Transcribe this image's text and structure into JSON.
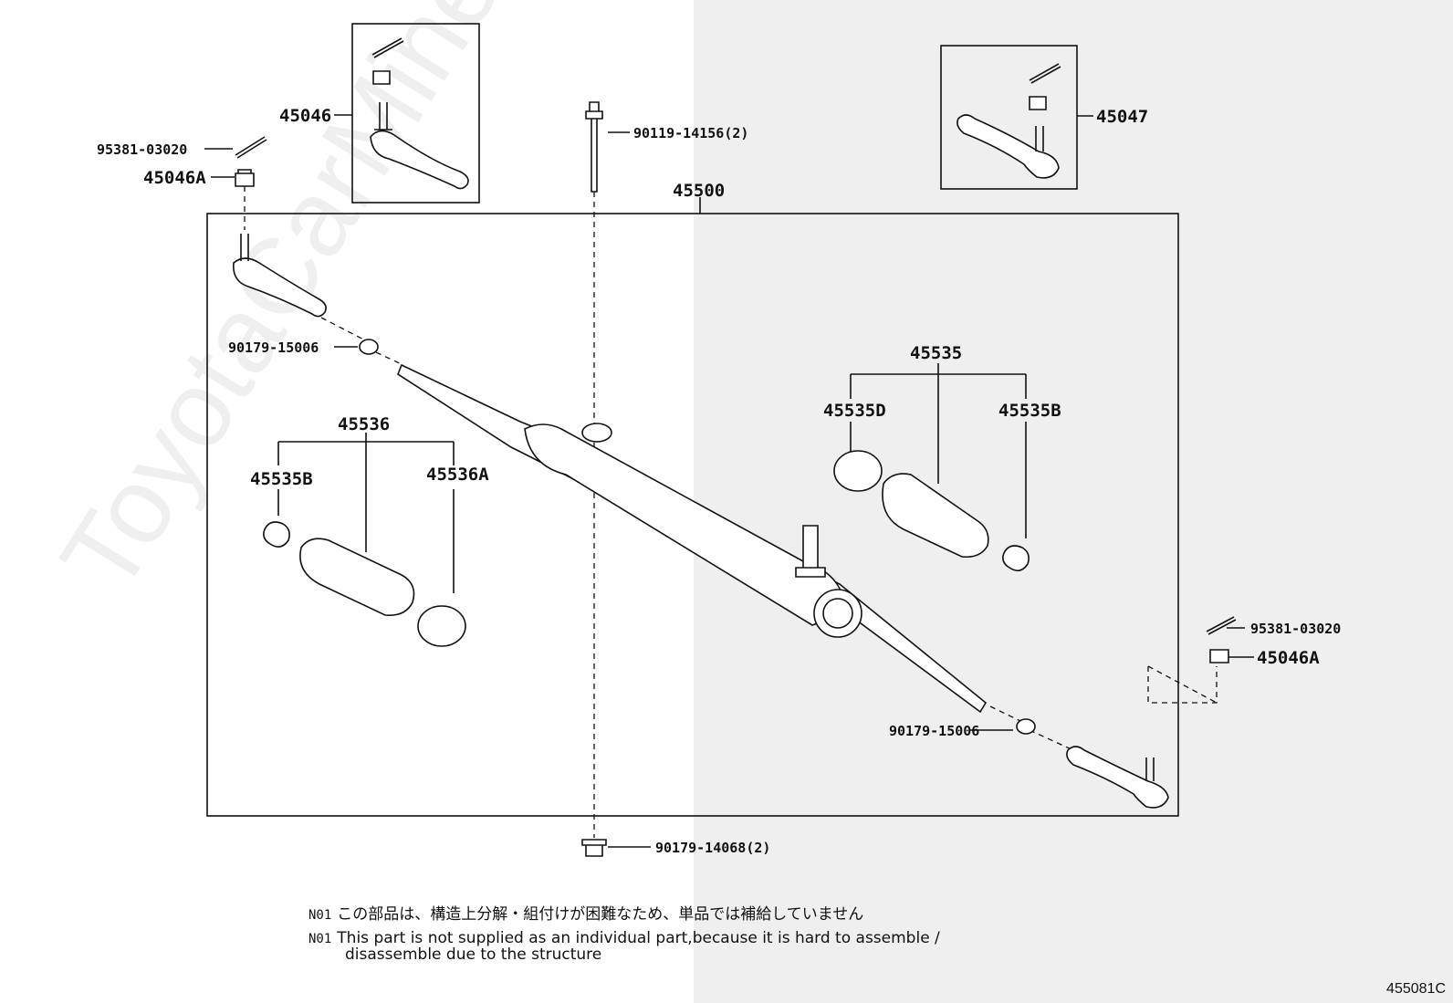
{
  "labels": {
    "tie_rod_end_lh": "45046",
    "tie_rod_end_rh": "45047",
    "cotter_pin_top": "95381-03020",
    "nut_top": "45046A",
    "bolt": "90119-14156(2)",
    "rack_assy": "45500",
    "lock_nut_left": "90179-15006",
    "boot_kit_right": "45535",
    "clip_45535d": "45535D",
    "clip_45535b_right": "45535B",
    "boot_kit_left": "45536",
    "clip_45535b_left": "45535B",
    "clip_45536a": "45536A",
    "cotter_pin_right": "95381-03020",
    "nut_right": "45046A",
    "lock_nut_right": "90179-15006",
    "mount_nut": "90179-14068(2)"
  },
  "notes": [
    {
      "tag": "N01",
      "text": "この部品は、構造上分解・組付けが困難なため、単品では補給していません"
    },
    {
      "tag": "N01",
      "text": "This part is not supplied as an individual part,because it is hard to assemble /",
      "text2": "disassemble due to the structure"
    }
  ],
  "figure_number": "455081C",
  "watermark": "ToyotaCarMine.ru"
}
